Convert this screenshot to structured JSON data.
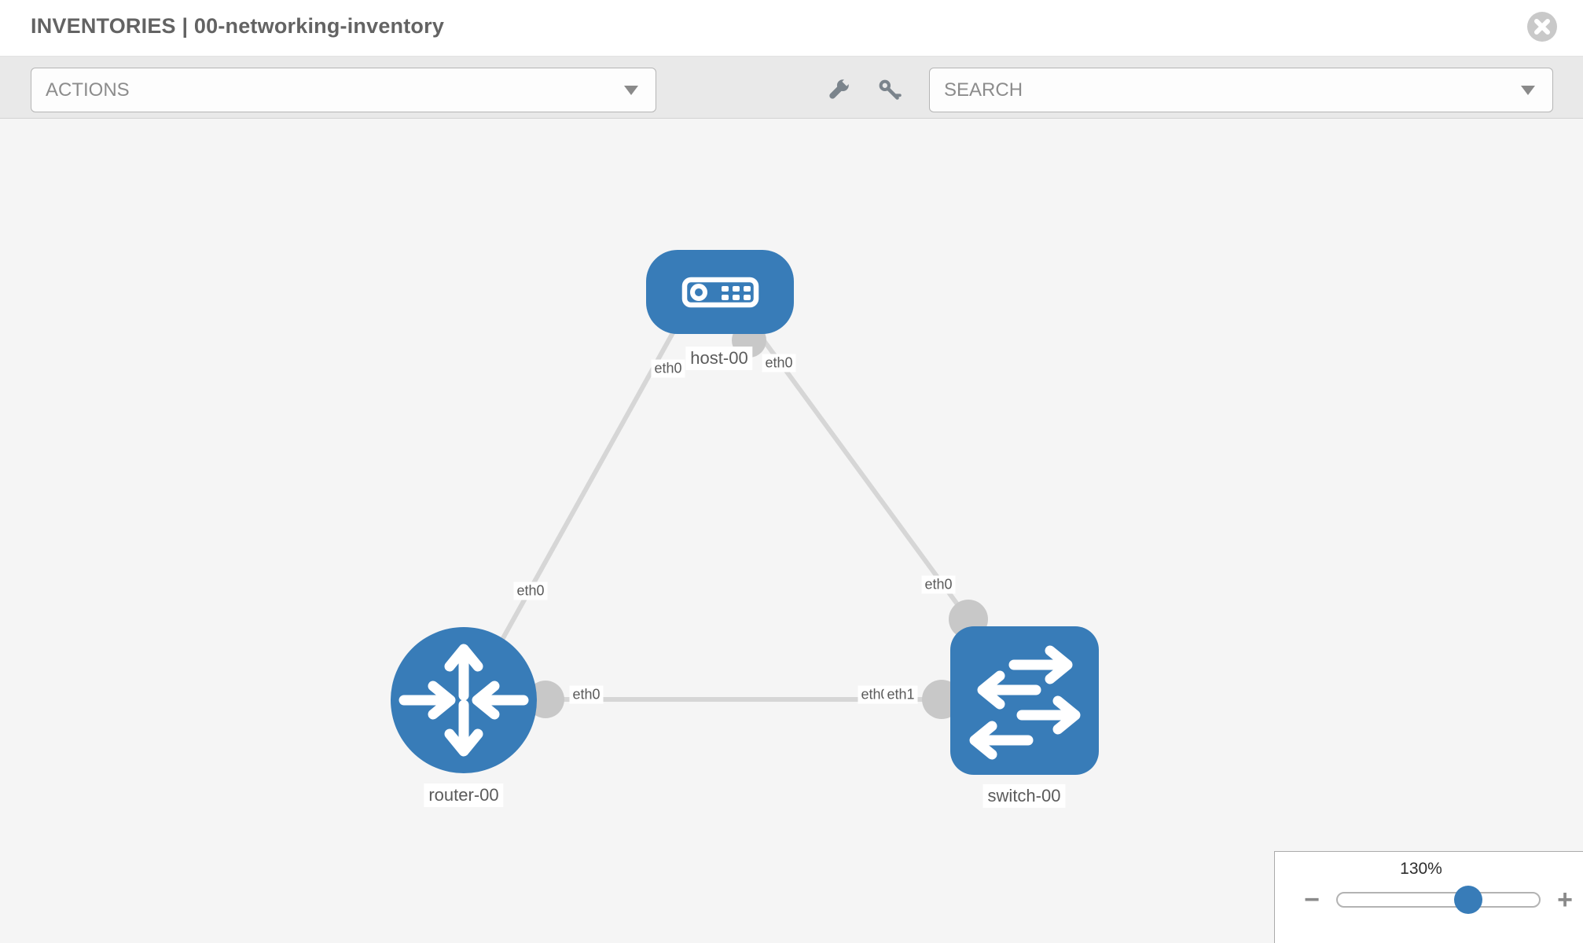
{
  "header": {
    "title": "INVENTORIES | 00-networking-inventory"
  },
  "toolbar": {
    "actions_dropdown": {
      "label": "ACTIONS"
    },
    "search_dropdown": {
      "placeholder": "SEARCH"
    },
    "icons": [
      "wrench",
      "key"
    ]
  },
  "colors": {
    "node_blue": "#387cb8",
    "link_gray": "#d6d6d6",
    "port_dot_gray": "#c8c8c8",
    "canvas_bg": "#f5f5f5",
    "toolbar_bg": "#e9e9e9"
  },
  "topology": {
    "nodes": [
      {
        "label": "host-00",
        "type": "host"
      },
      {
        "label": "router-00",
        "type": "router"
      },
      {
        "label": "switch-00",
        "type": "switch"
      }
    ],
    "links": [
      {
        "from": "host-00",
        "to": "router-00"
      },
      {
        "from": "host-00",
        "to": "switch-00"
      },
      {
        "from": "router-00",
        "to": "switch-00"
      }
    ],
    "port_labels": [
      {
        "text": "eth0",
        "position": "host-bottom-left"
      },
      {
        "text": "eth0",
        "position": "host-bottom-right"
      },
      {
        "text": "eth0",
        "position": "host-router-edge"
      },
      {
        "text": "eth0",
        "position": "host-switch-edge-near-switch"
      },
      {
        "text": "eth0",
        "position": "router-switch-edge-near-router"
      },
      {
        "text": "eth0",
        "position": "router-switch-edge-near-switch-behind"
      },
      {
        "text": "eth1",
        "position": "router-switch-edge-near-switch"
      }
    ]
  },
  "zoom_control": {
    "level": "130%",
    "minus_icon": "−",
    "plus_icon": "+"
  }
}
